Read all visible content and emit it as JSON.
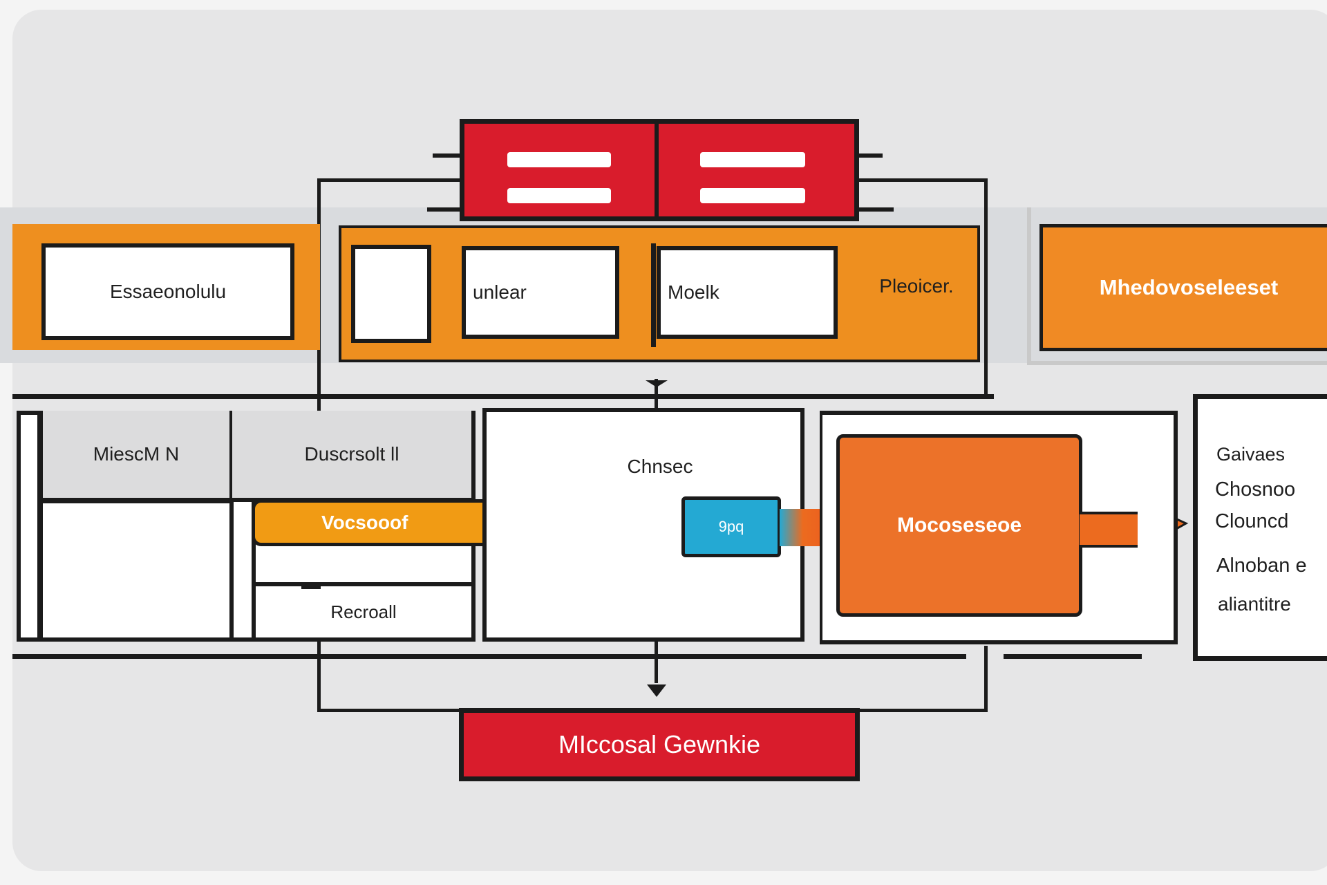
{
  "diagram": {
    "top_block": {
      "name": "top-header-block"
    },
    "row1": {
      "left_box": "Essaeonolulu",
      "middle_box_a": "unlear",
      "middle_box_b": "Moelk",
      "middle_side": "Pleoicer.",
      "right_box": "Mhedovoseleeset"
    },
    "row2": {
      "left_header_a": "MiescM N",
      "left_header_b": "Duscrsolt ll",
      "orange_bar": "Vocsooof",
      "bottom_cell": "Recroall",
      "center_label": "Chnsec",
      "blue_box": "9pq",
      "orange_big": "Mocoseseoe",
      "right_list": [
        "Gaivaes",
        "Chosnoo",
        "Clouncd",
        "Alnoban e",
        "aliantitre"
      ]
    },
    "bottom_block": "MIccosal Gewnkie",
    "colors": {
      "orange": "#ee8f1f",
      "deep_orange": "#ec7229",
      "red": "#d91c2c",
      "blue": "#24a9d3",
      "line": "#1b1b1b"
    }
  }
}
